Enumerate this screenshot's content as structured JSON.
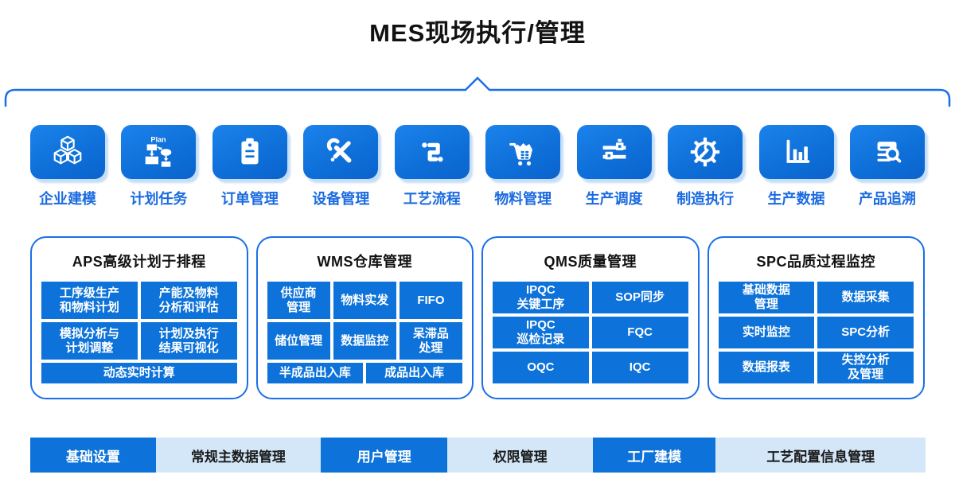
{
  "title": "MES现场执行/管理",
  "colors": {
    "primary_blue": "#0d72d9",
    "tile_gradient_top": "#1c83ec",
    "light_segment": "#d4e7f8",
    "label_blue": "#1b6be0",
    "outline_blue": "#1a6fe8"
  },
  "modules": [
    {
      "label": "企业建模",
      "icon": "cubes-icon"
    },
    {
      "label": "计划任务",
      "icon": "plan-flowchart-icon"
    },
    {
      "label": "订单管理",
      "icon": "clipboard-icon"
    },
    {
      "label": "设备管理",
      "icon": "tools-icon"
    },
    {
      "label": "工艺流程",
      "icon": "route-icon"
    },
    {
      "label": "物料管理",
      "icon": "cart-icon"
    },
    {
      "label": "生产调度",
      "icon": "sliders-icon"
    },
    {
      "label": "制造执行",
      "icon": "gear-wrench-icon"
    },
    {
      "label": "生产数据",
      "icon": "bar-chart-icon"
    },
    {
      "label": "产品追溯",
      "icon": "search-trace-icon"
    }
  ],
  "plan_icon_text": "Plan",
  "cards": [
    {
      "title": "APS高级计划于排程",
      "buttons": [
        "工序级生产\n和物料计划",
        "产能及物料\n分析和评估",
        "模拟分析与\n计划调整",
        "计划及执行\n结果可视化",
        "动态实时计算"
      ]
    },
    {
      "title": "WMS仓库管理",
      "buttons": [
        "供应商\n管理",
        "物料实发",
        "FIFO",
        "储位管理",
        "数据监控",
        "呆滞品\n处理",
        "半成品出入库",
        "成品出入库"
      ]
    },
    {
      "title": "QMS质量管理",
      "buttons": [
        "IPQC\n关键工序",
        "SOP同步",
        "IPQC\n巡检记录",
        "FQC",
        "OQC",
        "IQC"
      ]
    },
    {
      "title": "SPC品质过程监控",
      "buttons": [
        "基础数据\n管理",
        "数据采集",
        "实时监控",
        "SPC分析",
        "数据报表",
        "失控分析\n及管理"
      ]
    }
  ],
  "bottom_bar": [
    {
      "label": "基础设置",
      "variant": "solid"
    },
    {
      "label": "常规主数据管理",
      "variant": "light"
    },
    {
      "label": "用户管理",
      "variant": "solid"
    },
    {
      "label": "权限管理",
      "variant": "light"
    },
    {
      "label": "工厂建模",
      "variant": "solid"
    },
    {
      "label": "工艺配置信息管理",
      "variant": "light"
    }
  ]
}
